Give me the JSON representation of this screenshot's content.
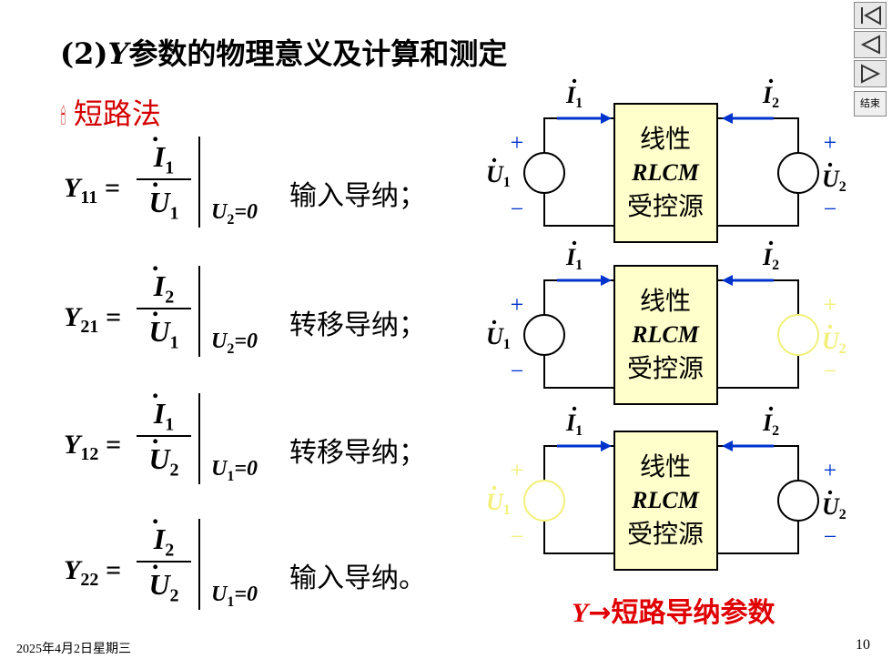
{
  "title": {
    "prefix": "(2)",
    "symbol": "Y",
    "text": "参数的物理意义及计算和测定"
  },
  "bullet": {
    "icon": "candle-icon",
    "label": "短路法"
  },
  "equations": [
    {
      "lhs": "Y",
      "lhs_sub": "11",
      "num": "I",
      "num_sub": "1",
      "den": "U",
      "den_sub": "1",
      "cond_var": "U",
      "cond_sub": "2",
      "cond_val": "=0",
      "desc": "输入导纳；"
    },
    {
      "lhs": "Y",
      "lhs_sub": "21",
      "num": "I",
      "num_sub": "2",
      "den": "U",
      "den_sub": "1",
      "cond_var": "U",
      "cond_sub": "2",
      "cond_val": "=0",
      "desc": "转移导纳；"
    },
    {
      "lhs": "Y",
      "lhs_sub": "12",
      "num": "I",
      "num_sub": "1",
      "den": "U",
      "den_sub": "2",
      "cond_var": "U",
      "cond_sub": "1",
      "cond_val": "=0",
      "desc": "转移导纳；"
    },
    {
      "lhs": "Y",
      "lhs_sub": "22",
      "num": "I",
      "num_sub": "2",
      "den": "U",
      "den_sub": "2",
      "cond_var": "U",
      "cond_sub": "1",
      "cond_val": "=0",
      "desc": "输入导纳。"
    }
  ],
  "circuit": {
    "box_line1": "线性",
    "box_line2": "RLCM",
    "box_line3": "受控源",
    "current1": "I",
    "current1_sub": "1",
    "current2": "I",
    "current2_sub": "2",
    "voltage1": "U",
    "voltage1_sub": "1",
    "voltage2": "U",
    "voltage2_sub": "2",
    "plus": "+",
    "minus": "−",
    "colors": {
      "box_fill": "#ffffcc",
      "arrow": "#0033cc",
      "sign": "#0033cc",
      "faded": "#f2f07a"
    }
  },
  "caption": {
    "symbol": "Y",
    "arrow": "→",
    "text": "短路导纳参数"
  },
  "footer": {
    "date": "2025年4月2日星期三",
    "page": "10"
  },
  "nav": {
    "end_label": "结束"
  }
}
